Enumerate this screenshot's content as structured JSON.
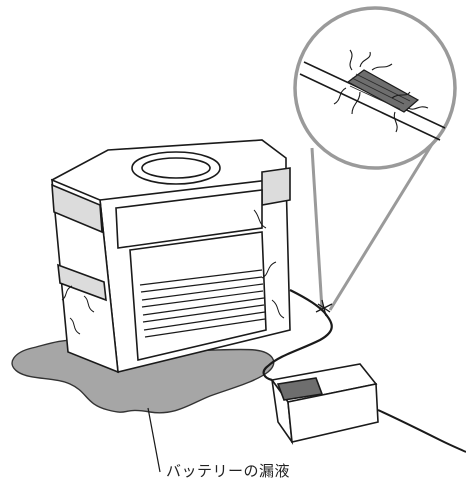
{
  "caption": {
    "label": "バッテリーの漏液"
  },
  "colors": {
    "line": "#1a1a1a",
    "body_fill": "#ffffff",
    "leak": "#a6a6a6",
    "leak_outline": "#333333",
    "magnifier_fill": "#ffffff",
    "magnifier_edge": "#9a9a9a",
    "damaged_cable": "#6e6e6e"
  },
  "icons": {
    "battery": "battery-pack",
    "charger": "ac-adapter",
    "cable": "power-cable",
    "magnifier": "magnifier-callout"
  }
}
